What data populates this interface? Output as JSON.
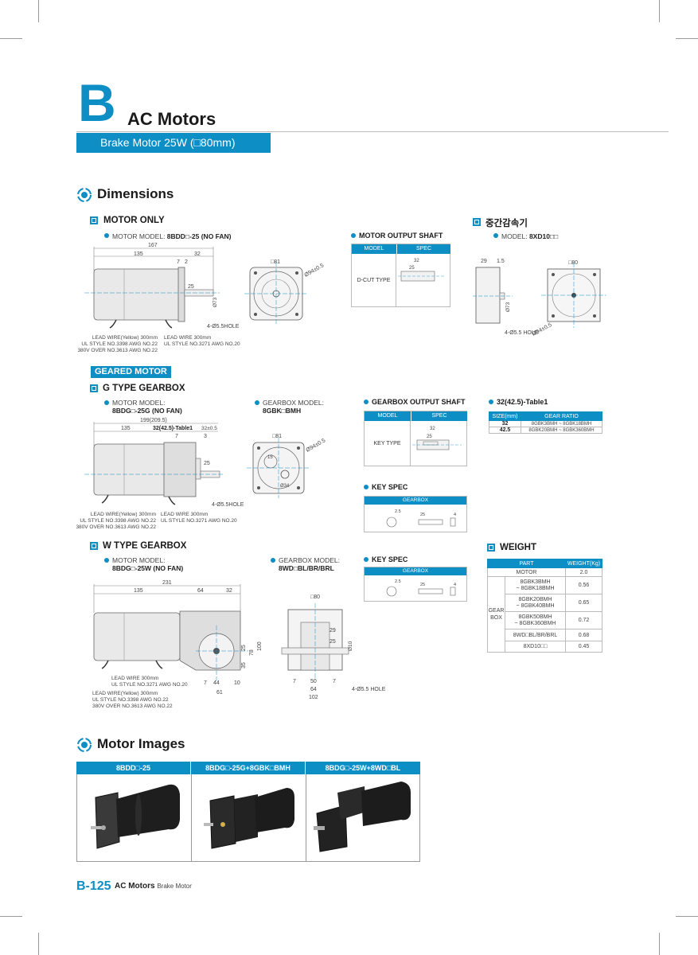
{
  "header": {
    "letter": "B",
    "title": "AC Motors",
    "subtitle": "Brake Motor 25W (□80mm)"
  },
  "sections": {
    "dimensions": "Dimensions",
    "motor_images": "Motor Images"
  },
  "motor_only": {
    "heading": "MOTOR ONLY",
    "model_label": "MOTOR MODEL: ",
    "model_value": "8BDD□-25 (NO FAN)",
    "dims": {
      "overall": "167",
      "body": "135",
      "shaft": "32",
      "seven": "7",
      "two": "2",
      "side": "□81",
      "pcd": "Ø94±0.5",
      "hole": "4-Ø5.5HOLE",
      "flange_d": "Ø73",
      "d25": "25"
    },
    "lead1": [
      "LEAD WIRE(Yellow) 300mm",
      "UL STYLE NO.3398 AWG NO.22",
      "380V OVER NO.3613 AWG NO.22"
    ],
    "lead2": [
      "LEAD WIRE 300mm",
      "UL STYLE NO.3271 AWG NO.20"
    ]
  },
  "output_shaft": {
    "heading": "MOTOR OUTPUT SHAFT",
    "col_model": "MODEL",
    "col_spec": "SPEC",
    "type": "D-CUT TYPE",
    "dims": {
      "a": "32",
      "b": "25"
    }
  },
  "intermediate": {
    "heading": "중간감속기",
    "model_label": "MODEL: ",
    "model_value": "8XD10□□",
    "dims": {
      "a": "29",
      "b": "1.5",
      "side": "□80",
      "pcd": "Ø94±0.5",
      "hole": "4-Ø5.5 HOLE",
      "d": "Ø73"
    }
  },
  "geared": {
    "tag": "GEARED MOTOR",
    "g_heading": "G TYPE GEARBOX",
    "g_model_label": "MOTOR MODEL:",
    "g_model_value": "8BDG□-25G (NO FAN)",
    "g_gearbox_label": "GEARBOX MODEL:",
    "g_gearbox_value": "8GBK□BMH",
    "g_dims": {
      "overall": "199(209.5)",
      "body": "135",
      "table": "32(42.5)-Table1",
      "shaft": "32±0.5",
      "seven": "7",
      "three": "3",
      "side": "□81",
      "pcd": "Ø94±0.5",
      "hole": "4-Ø5.5HOLE",
      "d25": "25",
      "d34": "Ø34",
      "d15": "15"
    },
    "g_lead1": [
      "LEAD WIRE(Yellow) 300mm",
      "UL STYLE NO.3398 AWG NO.22",
      "380V OVER NO.3613 AWG NO.22"
    ],
    "g_lead2": [
      "LEAD WIRE 300mm",
      "UL STYLE NO.3271 AWG NO.20"
    ],
    "gearbox_shaft_heading": "GEARBOX OUTPUT SHAFT",
    "gearbox_shaft_model": "MODEL",
    "gearbox_shaft_spec": "SPEC",
    "gearbox_shaft_type": "KEY TYPE",
    "gearbox_shaft_dims": {
      "a": "32",
      "b": "25"
    },
    "key_spec_heading": "KEY SPEC",
    "key_spec_label": "GEARBOX",
    "key_dims": {
      "a": "2.5",
      "b": "25",
      "c": "4"
    },
    "table1_heading": "32(42.5)-Table1",
    "table1": {
      "headers": [
        "SIZE(mm)",
        "GEAR RATIO"
      ],
      "rows": [
        [
          "32",
          "8GBK3BMH ~ 8GBK18BMH"
        ],
        [
          "42.5",
          "8GBK20BMH ~ 8GBK360BMH"
        ]
      ]
    },
    "w_heading": "W TYPE GEARBOX",
    "w_model_label": "MOTOR MODEL:",
    "w_model_value": "8BDG□-25W (NO FAN)",
    "w_gearbox_label": "GEARBOX MODEL:",
    "w_gearbox_value": "8WD□BL/BR/BRL",
    "w_dims": {
      "overall": "231",
      "body": "135",
      "mid": "64",
      "end": "32",
      "side": "□80",
      "h100": "100",
      "h78": "78",
      "h25": "25",
      "h35": "35",
      "b7": "7",
      "b44": "44",
      "b10": "10",
      "b61": "61",
      "f50": "50",
      "f64": "64",
      "f102": "102",
      "f7a": "7",
      "f7b": "7",
      "f29": "29",
      "f25": "25",
      "d10": "Ø10",
      "hole": "4-Ø5.5 HOLE"
    },
    "w_lead1": [
      "LEAD WIRE 300mm",
      "UL STYLE NO.3271 AWG NO.20"
    ],
    "w_lead2": [
      "LEAD WIRE(Yellow) 300mm",
      "UL STYLE NO.3398 AWG NO.22",
      "380V OVER NO.3613 AWG NO.22"
    ],
    "w_key_heading": "KEY SPEC",
    "w_key_label": "GEARBOX",
    "w_key_dims": {
      "a": "2.5",
      "b": "25",
      "c": "4"
    }
  },
  "weight": {
    "heading": "WEIGHT",
    "headers": [
      "PART",
      "WEIGHT(Kg)"
    ],
    "motor_label": "MOTOR",
    "motor_value": "2.0",
    "gearbox_label": [
      "GEAR",
      "BOX"
    ],
    "rows": [
      {
        "part": [
          "8GBK3BMH",
          "~ 8GBK18BMH"
        ],
        "value": "0.56"
      },
      {
        "part": [
          "8GBK20BMH",
          "~ 8GBK40BMH"
        ],
        "value": "0.65"
      },
      {
        "part": [
          "8GBK50BMH",
          "~ 8GBK360BMH"
        ],
        "value": "0.72"
      },
      {
        "part": [
          "8WD□BL/BR/BRL"
        ],
        "value": "0.68"
      },
      {
        "part": [
          "8XD10□□"
        ],
        "value": "0.45"
      }
    ]
  },
  "images": {
    "headers": [
      "8BDD□-25",
      "8BDG□-25G+8GBK□BMH",
      "8BDG□-25W+8WD□BL"
    ]
  },
  "footer": {
    "page": "B-125",
    "title": "AC Motors",
    "sub": "Brake Motor"
  },
  "colors": {
    "accent": "#0d8fc6",
    "motor": "#1b1b1b"
  }
}
